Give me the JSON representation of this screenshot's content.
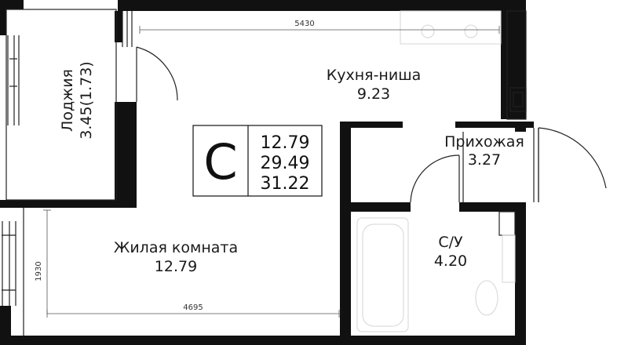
{
  "rooms": {
    "kitchen": {
      "name": "Кухня-ниша",
      "area": "9.23"
    },
    "hallway": {
      "name": "Прихожая",
      "area": "3.27"
    },
    "living": {
      "name": "Жилая комната",
      "area": "12.79"
    },
    "bathroom": {
      "name": "С/У",
      "area": "4.20"
    },
    "loggia": {
      "name": "Лоджия",
      "area": "3.45(1.73)"
    }
  },
  "badge": {
    "letter": "С",
    "living_area": "12.79",
    "total_area": "29.49",
    "total_with_loggia": "31.22"
  },
  "dimensions": {
    "top_width": "5430",
    "bottom_width": "4695",
    "left_height": "1930"
  }
}
